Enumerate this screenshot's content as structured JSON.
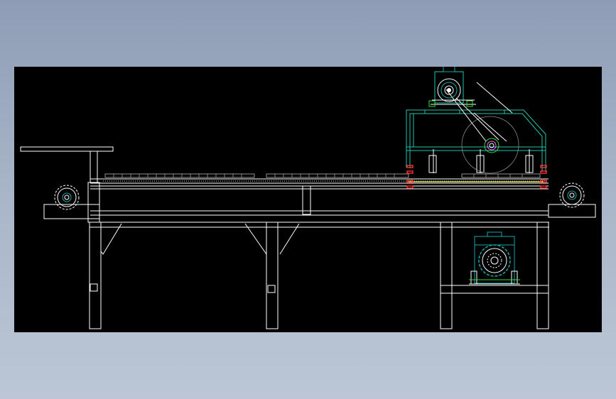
{
  "viewport": {
    "background": "#000000"
  },
  "colors": {
    "frame": "#ffffff",
    "hood": "#22c6b0",
    "motor": "#15a8a8",
    "shaft": "#ffff55",
    "bolt_red": "#ff3030",
    "bolt_green": "#33dd33",
    "guide": "#8a8a8a"
  },
  "components": [
    {
      "id": "left-sprocket",
      "icon": "sprocket-icon"
    },
    {
      "id": "right-sprocket",
      "icon": "sprocket-icon"
    },
    {
      "id": "top-motor",
      "icon": "motor-icon"
    },
    {
      "id": "drive-pulley",
      "icon": "pulley-icon"
    },
    {
      "id": "bottom-motor",
      "icon": "motor-icon"
    }
  ]
}
